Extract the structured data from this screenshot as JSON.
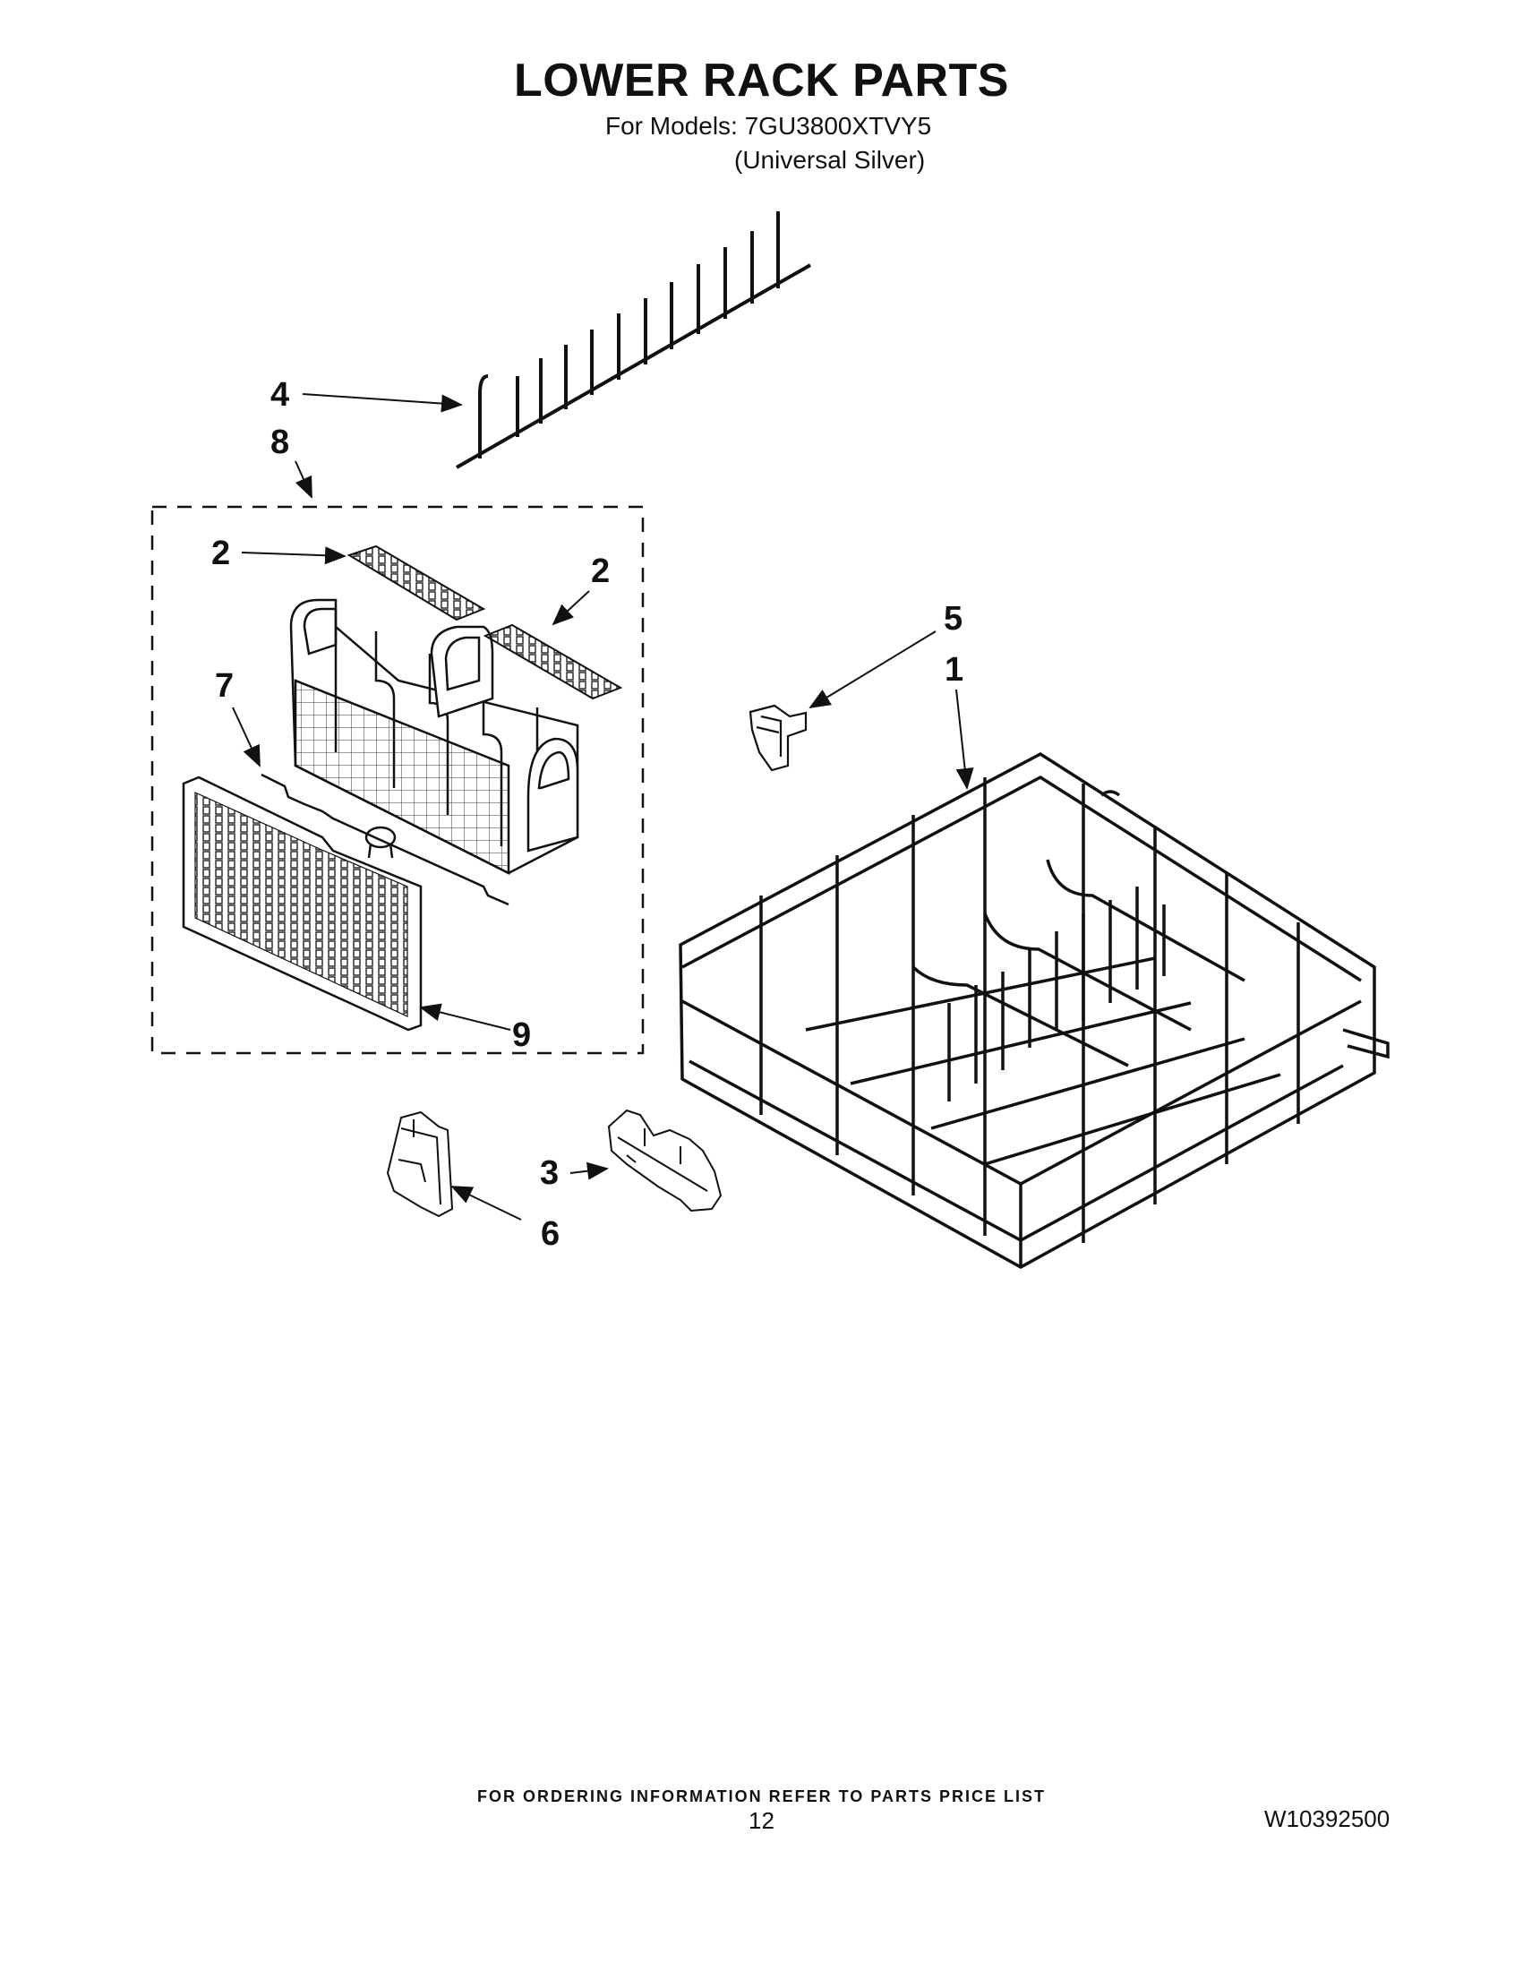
{
  "header": {
    "title": "LOWER RACK PARTS",
    "models_line": "For Models: 7GU3800XTVY5",
    "variant_line": "(Universal Silver)"
  },
  "callouts": [
    "1",
    "2",
    "2",
    "3",
    "4",
    "5",
    "6",
    "7",
    "8",
    "9"
  ],
  "footer": {
    "ordering_note": "FOR ORDERING INFORMATION REFER TO PARTS PRICE LIST",
    "page_number": "12",
    "document_number": "W10392500"
  }
}
